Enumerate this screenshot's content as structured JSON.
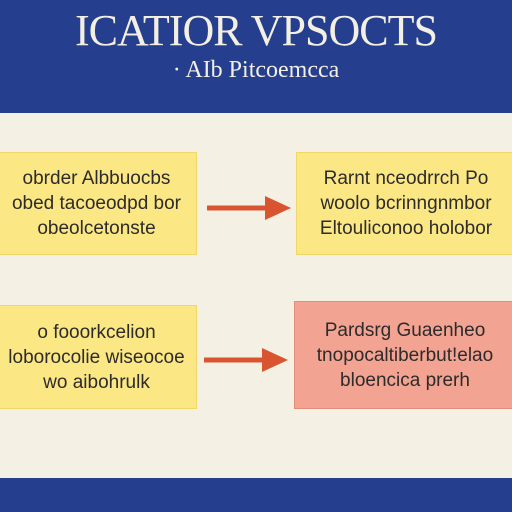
{
  "header": {
    "title": "ICATIOR VPSOCTS",
    "subtitle": "· AIb Pitcoemcca"
  },
  "colors": {
    "header_bg": "#253f8e",
    "background": "#f4f0e4",
    "box_yellow": "#fbe784",
    "box_pink": "#f2a391",
    "arrow": "#d8552f"
  },
  "boxes": [
    {
      "text": "obrder Albbuocbs\nobed tacoeodpd bor\nobeolcetonste"
    },
    {
      "text": "Rarnt nceodrrch Po\nwoolo bcrinngnmbor\nEltouliconoo holobor"
    },
    {
      "text": "o fooorkcelion\nloborocolie wiseocoe\nwo aibohrulk"
    },
    {
      "text": "Pardsrg Guaenheo\ntnopocaltiberbut!elao\nbloencica prerh"
    }
  ]
}
